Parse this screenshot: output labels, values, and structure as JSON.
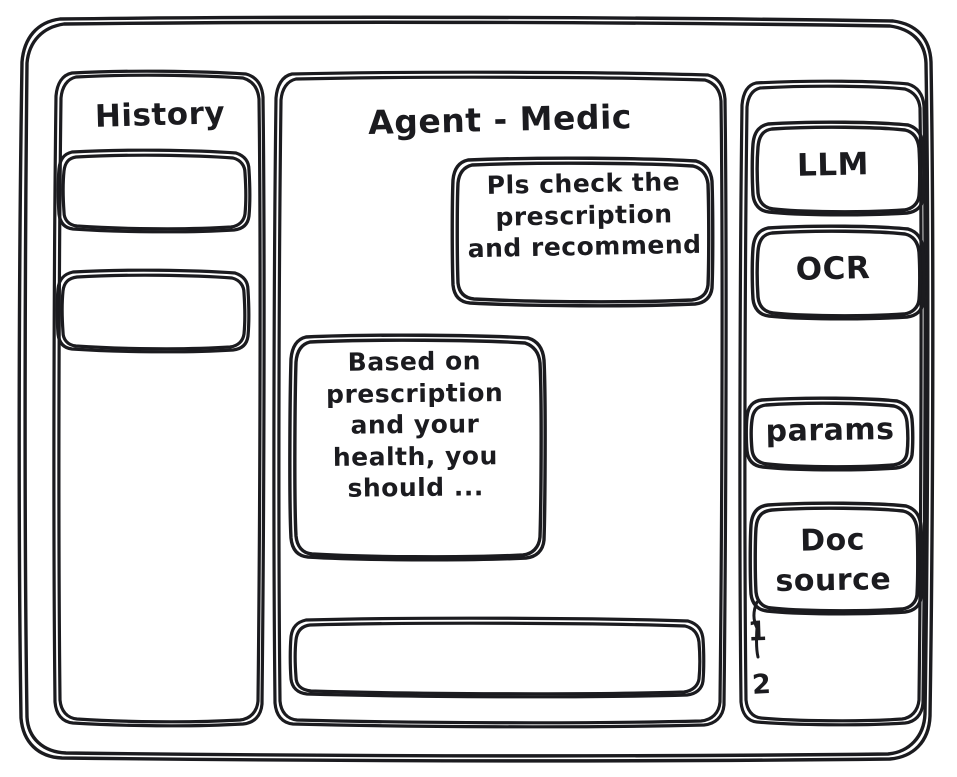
{
  "window": {
    "style": "hand-drawn-wireframe",
    "stroke_color": "#1b1b1f",
    "background_color": "#ffffff"
  },
  "history_panel": {
    "title": "History",
    "items": [
      {
        "label": ""
      },
      {
        "label": ""
      }
    ]
  },
  "chat_panel": {
    "title": "Agent - Medic",
    "messages": [
      {
        "role": "user",
        "text": "Pls check the\nprescription\nand recommend"
      },
      {
        "role": "assistant",
        "text": "Based on\nprescription\nand your\nhealth, you\nshould ..."
      }
    ],
    "composer": {
      "value": "",
      "placeholder": ""
    }
  },
  "tools_panel": {
    "tools": [
      {
        "label": "LLM"
      },
      {
        "label": "OCR"
      }
    ],
    "params": {
      "label": "params"
    },
    "doc_source": {
      "label": "Doc\nsource",
      "items": [
        {
          "label": "1"
        },
        {
          "label": "2"
        }
      ]
    }
  }
}
